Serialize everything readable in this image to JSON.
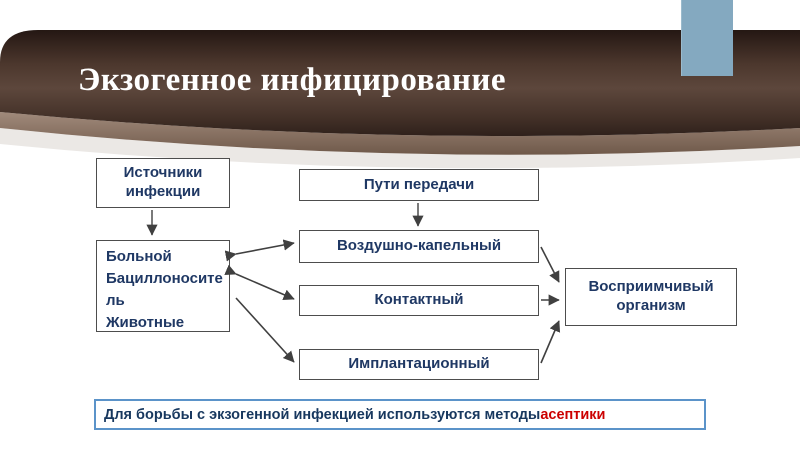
{
  "title": "Экзогенное инфицирование",
  "diagram": {
    "sources": "Источники инфекции",
    "paths": "Пути передачи",
    "patients": "Больной\nБациллоноситель\nЖивотные",
    "airborne": "Воздушно-капельный",
    "contact": "Контактный",
    "implantation": "Имплантационный",
    "organism": "Восприимчивый организм"
  },
  "footer": {
    "main": "Для борьбы с экзогенной инфекцией используются методы ",
    "accent": "асептики"
  },
  "colors": {
    "band_dark": "#2f211b",
    "band_mid": "#5d473c",
    "band_taupe": "#8a7263",
    "blue_tab": "#84a9c0",
    "box_text": "#1f3864",
    "box_border": "#4d4d4d",
    "arrow": "#404040",
    "footer_border": "#5b93c9",
    "footer_text": "#17375e",
    "footer_accent": "#cc0000"
  }
}
